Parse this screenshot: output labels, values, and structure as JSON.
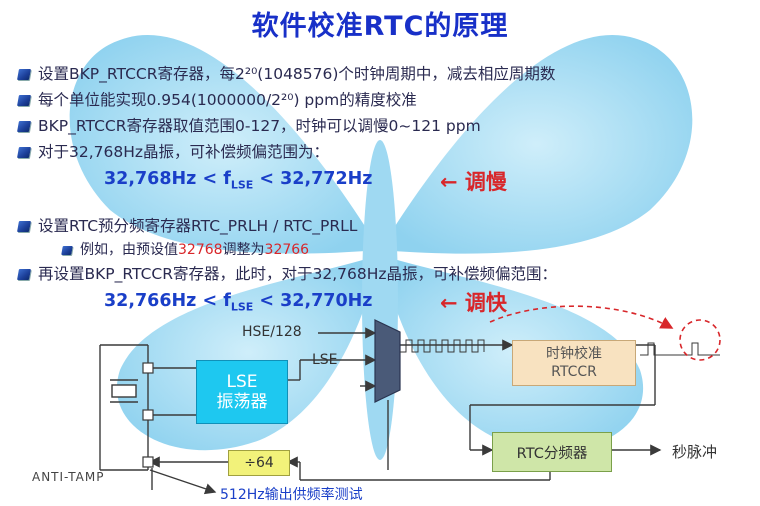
{
  "title": "软件校准RTC的原理",
  "bullets": {
    "b1": "设置BKP_RTCCR寄存器，每2²⁰(1048576)个时钟周期中，减去相应周期数",
    "b2": "每个单位能实现0.954(1000000/2²⁰) ppm的精度校准",
    "b3": "BKP_RTCCR寄存器取值范围0-127，时钟可以调慢0~121 ppm",
    "b4": "对于32,768Hz晶振，可补偿频偏范围为：",
    "b5": "设置RTC预分频寄存器RTC_PRLH / RTC_PRLL",
    "b6_pre": "例如，由预设值",
    "b6_v1": "32768",
    "b6_mid": "调整为",
    "b6_v2": "32766",
    "b7": "再设置BKP_RTCCR寄存器，此时，对于32,768Hz晶振，可补偿频偏范围："
  },
  "formula1": {
    "left": "32,768Hz < f",
    "sub": "LSE",
    "right": " < 32,772Hz",
    "arrow": "← 调慢"
  },
  "formula2": {
    "left": "32,766Hz < f",
    "sub": "LSE",
    "right": " < 32,770Hz",
    "arrow": "← 调快"
  },
  "diagram": {
    "hse_label": "HSE/128",
    "lse_in_label": "LSE",
    "lse_box_line1": "LSE",
    "lse_box_line2": "振荡器",
    "calib_line1": "时钟校准",
    "calib_line2": "RTCCR",
    "prescaler": "RTC分频器",
    "second_pulse": "秒脉冲",
    "div64": "÷64",
    "antitamp": "ANTI-TAMP",
    "freq_out": "512Hz输出供频率测试"
  },
  "colors": {
    "title": "#1830c8",
    "formula": "#1a3fc8",
    "accent_red": "#d8262a",
    "lse_box": "#1ec8f0",
    "calib_box": "#f8e2c0",
    "prescaler_box": "#cfe6a8",
    "div64_box": "#f2f27a"
  }
}
